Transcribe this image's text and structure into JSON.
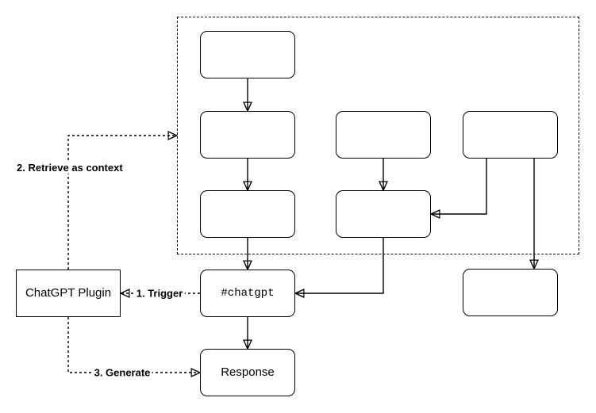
{
  "diagram": {
    "nodes": {
      "plugin": {
        "label": "ChatGPT Plugin"
      },
      "chatgpt_tag": {
        "label": "#chatgpt"
      },
      "response": {
        "label": "Response"
      }
    },
    "edge_labels": {
      "trigger": "1. Trigger",
      "retrieve": "2. Retrieve as context",
      "generate": "3. Generate"
    },
    "colors": {
      "stroke": "#000000",
      "background": "#ffffff"
    }
  }
}
